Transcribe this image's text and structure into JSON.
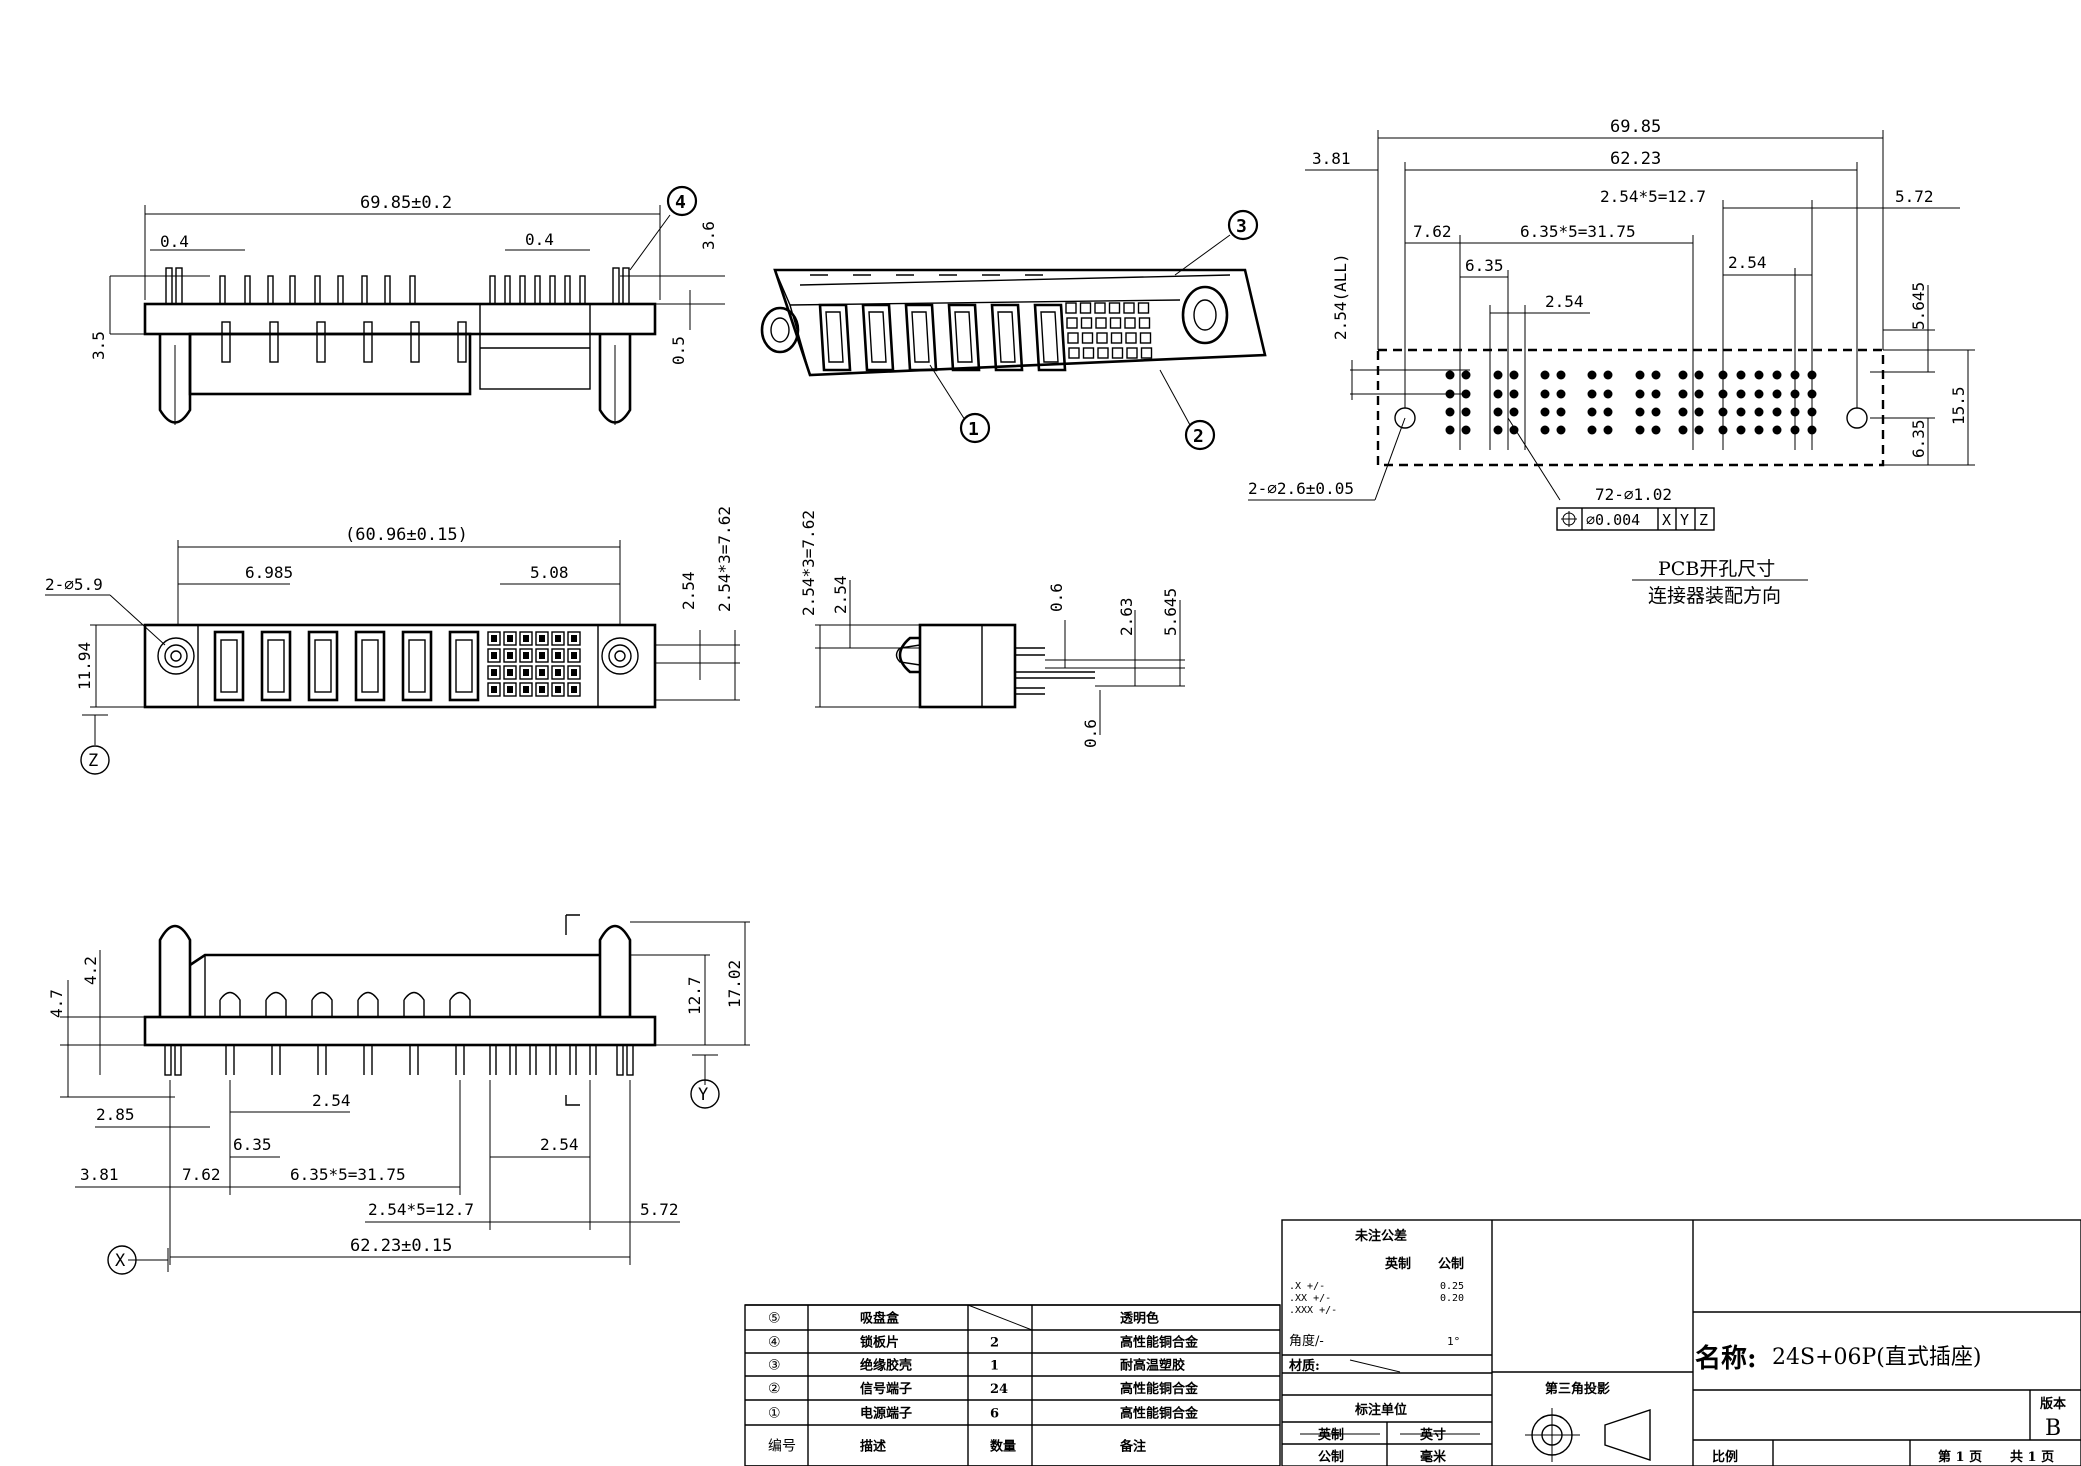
{
  "front_view": {
    "overall_dim": "69.85±0.2",
    "left_gap": "0.4",
    "right_gap": "0.4",
    "top_dim": "3.6",
    "left_height": "3.5",
    "right_small": "0.5",
    "callout": "4"
  },
  "iso_view": {
    "callout_power": "1",
    "callout_signal": "2",
    "callout_housing": "3"
  },
  "top_view": {
    "pitch_total": "(60.96±0.15)",
    "left_offset": "6.985",
    "right_offset": "5.08",
    "hole_spec": "2-∅5.9",
    "height": "11.94",
    "row_pitch": "2.54",
    "row_total": "2.54*3=7.62",
    "datum": "Z"
  },
  "side_view": {
    "row_total": "2.54*3=7.62",
    "row_pitch": "2.54",
    "pin_a": "0.6",
    "pin_b": "2.63",
    "pin_c": "5.645",
    "pin_d": "0.6"
  },
  "bottom_view": {
    "post_height": "4.2",
    "flange_height": "4.7",
    "body_height": "12.7",
    "total_height": "17.02",
    "d_285": "2.85",
    "d_254a": "2.54",
    "d_635": "6.35",
    "d_254b": "2.54",
    "d_381": "3.81",
    "d_762": "7.62",
    "d_power": "6.35*5=31.75",
    "d_signal": "2.54*5=12.7",
    "d_572": "5.72",
    "d_total": "62.23±0.15",
    "datum_x": "X",
    "datum_y": "Y"
  },
  "pcb_view": {
    "overall": "69.85",
    "offset_left": "3.81",
    "inner": "62.23",
    "signal_pitch": "2.54*5=12.7",
    "right_offset": "5.72",
    "d_762": "7.62",
    "power_pitch": "6.35*5=31.75",
    "d_635": "6.35",
    "d_254a": "2.54",
    "d_254b": "2.54",
    "row_all": "2.54(ALL)",
    "d_5645": "5.645",
    "d_155": "15.5",
    "d_635v": "6.35",
    "hole_spec": "2-∅2.6±0.05",
    "pin_spec": "72-∅1.02",
    "tolerance_value": "∅0.004",
    "datum_refs": [
      "X",
      "Y",
      "Z"
    ],
    "caption": "PCB开孔尺寸",
    "direction": "连接器装配方向"
  },
  "bom": {
    "rows": [
      {
        "no": "⑤",
        "name": "吸盘盒",
        "qty": "",
        "material": "透明色"
      },
      {
        "no": "④",
        "name": "锁板片",
        "qty": "2",
        "material": "高性能铜合金"
      },
      {
        "no": "③",
        "name": "绝缘胶壳",
        "qty": "1",
        "material": "耐高温塑胶"
      },
      {
        "no": "②",
        "name": "信号端子",
        "qty": "24",
        "material": "高性能铜合金"
      },
      {
        "no": "①",
        "name": "电源端子",
        "qty": "6",
        "material": "高性能铜合金"
      }
    ],
    "header": {
      "no": "编号",
      "name": "描述",
      "qty": "数量",
      "material": "备注"
    }
  },
  "title_block": {
    "tolerance_title": "未注公差",
    "imperial": "英制",
    "metric": "公制",
    "tol_x": ".X  +/-",
    "tol_xx": ".XX +/-",
    "tol_xxx": ".XXX +/-",
    "tol_v1": "0.25",
    "tol_v2": "0.20",
    "angle_label": "角度/-",
    "angle_value": "1°",
    "material_label": "材质:",
    "unit_title": "标注单位",
    "unit_imperial": "英制",
    "unit_inch": "英寸",
    "unit_metric": "公制",
    "unit_mm": "毫米",
    "projection": "第三角投影",
    "name_label": "名称:",
    "name_value": "24S+06P(直式插座)",
    "version_label": "版本",
    "version_value": "B",
    "scale_label": "比例",
    "page": "第 1 页",
    "pages": "共 1 页"
  }
}
